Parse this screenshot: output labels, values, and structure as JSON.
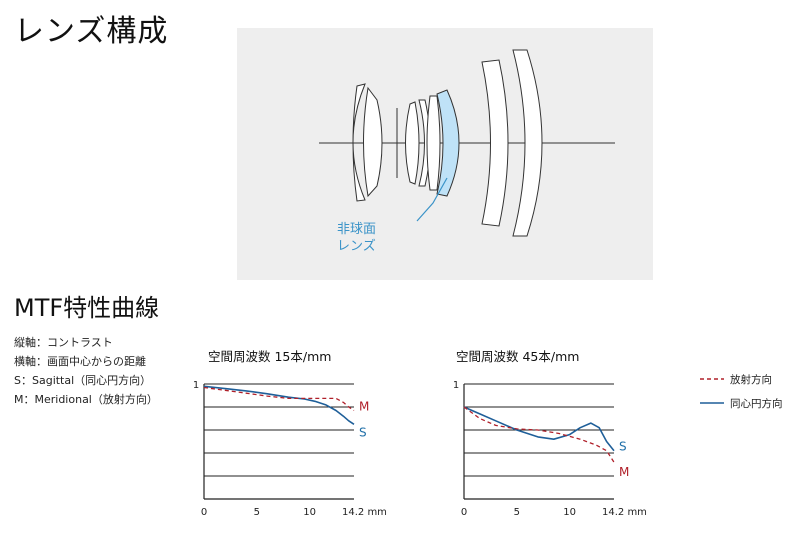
{
  "titles": {
    "lens_section": "レンズ構成",
    "mtf_section": "MTF特性曲線"
  },
  "lens_diagram": {
    "aspherical_label_line1": "非球面",
    "aspherical_label_line2": "レンズ",
    "colors": {
      "aspherical_fill": "#bfe2f7",
      "callout": "#3a93c8",
      "panel": "#eeeeee"
    }
  },
  "descriptions": [
    "縦軸：コントラスト",
    "横軸：画面中心からの距離",
    "S：Sagittal（同心円方向）",
    "M：Meridional（放射方向）"
  ],
  "legend": {
    "meridional": "放射方向",
    "sagittal": "同心円方向"
  },
  "colors": {
    "sagittal": "#1f5f99",
    "meridional": "#b0202a",
    "label_s": "#1f6fa8",
    "label_m": "#b0202a"
  },
  "chart_data": [
    {
      "type": "line",
      "title": "空間周波数 15本/mm",
      "x_tick_labels": [
        "0",
        "5",
        "10",
        "14.2 mm"
      ],
      "x_ticks": [
        0,
        5,
        10,
        14.2
      ],
      "y_tick_labels": [
        "1"
      ],
      "xlim": [
        0,
        14.2
      ],
      "ylim": [
        0,
        1
      ],
      "grid_y": [
        0.2,
        0.4,
        0.6,
        0.8,
        1.0
      ],
      "series": [
        {
          "name": "S",
          "style": "solid",
          "x": [
            0,
            2,
            4,
            6,
            8,
            9.5,
            10.5,
            11.5,
            12.5,
            13.2,
            13.7,
            14.2
          ],
          "y": [
            0.98,
            0.96,
            0.94,
            0.915,
            0.885,
            0.87,
            0.85,
            0.82,
            0.77,
            0.72,
            0.68,
            0.65
          ]
        },
        {
          "name": "M",
          "style": "dashed",
          "x": [
            0,
            2,
            4,
            6,
            8,
            9.5,
            11,
            12.5,
            13.2,
            13.7,
            14.2
          ],
          "y": [
            0.97,
            0.945,
            0.92,
            0.895,
            0.875,
            0.875,
            0.875,
            0.875,
            0.84,
            0.8,
            0.77
          ]
        }
      ]
    },
    {
      "type": "line",
      "title": "空間周波数 45本/mm",
      "x_tick_labels": [
        "0",
        "5",
        "10",
        "14.2 mm"
      ],
      "x_ticks": [
        0,
        5,
        10,
        14.2
      ],
      "y_tick_labels": [
        "1"
      ],
      "xlim": [
        0,
        14.2
      ],
      "ylim": [
        0,
        1
      ],
      "grid_y": [
        0.2,
        0.4,
        0.6,
        0.8,
        1.0
      ],
      "series": [
        {
          "name": "S",
          "style": "solid",
          "x": [
            0,
            1.5,
            3,
            5,
            7,
            8.5,
            10,
            11,
            12,
            12.8,
            13.5,
            14.2
          ],
          "y": [
            0.8,
            0.74,
            0.68,
            0.6,
            0.54,
            0.52,
            0.56,
            0.62,
            0.66,
            0.62,
            0.5,
            0.42
          ]
        },
        {
          "name": "M",
          "style": "dashed",
          "x": [
            0,
            1.5,
            3,
            5,
            7,
            9,
            11,
            12.5,
            13.5,
            14.2
          ],
          "y": [
            0.8,
            0.7,
            0.64,
            0.61,
            0.6,
            0.57,
            0.52,
            0.47,
            0.42,
            0.32
          ]
        }
      ]
    }
  ]
}
